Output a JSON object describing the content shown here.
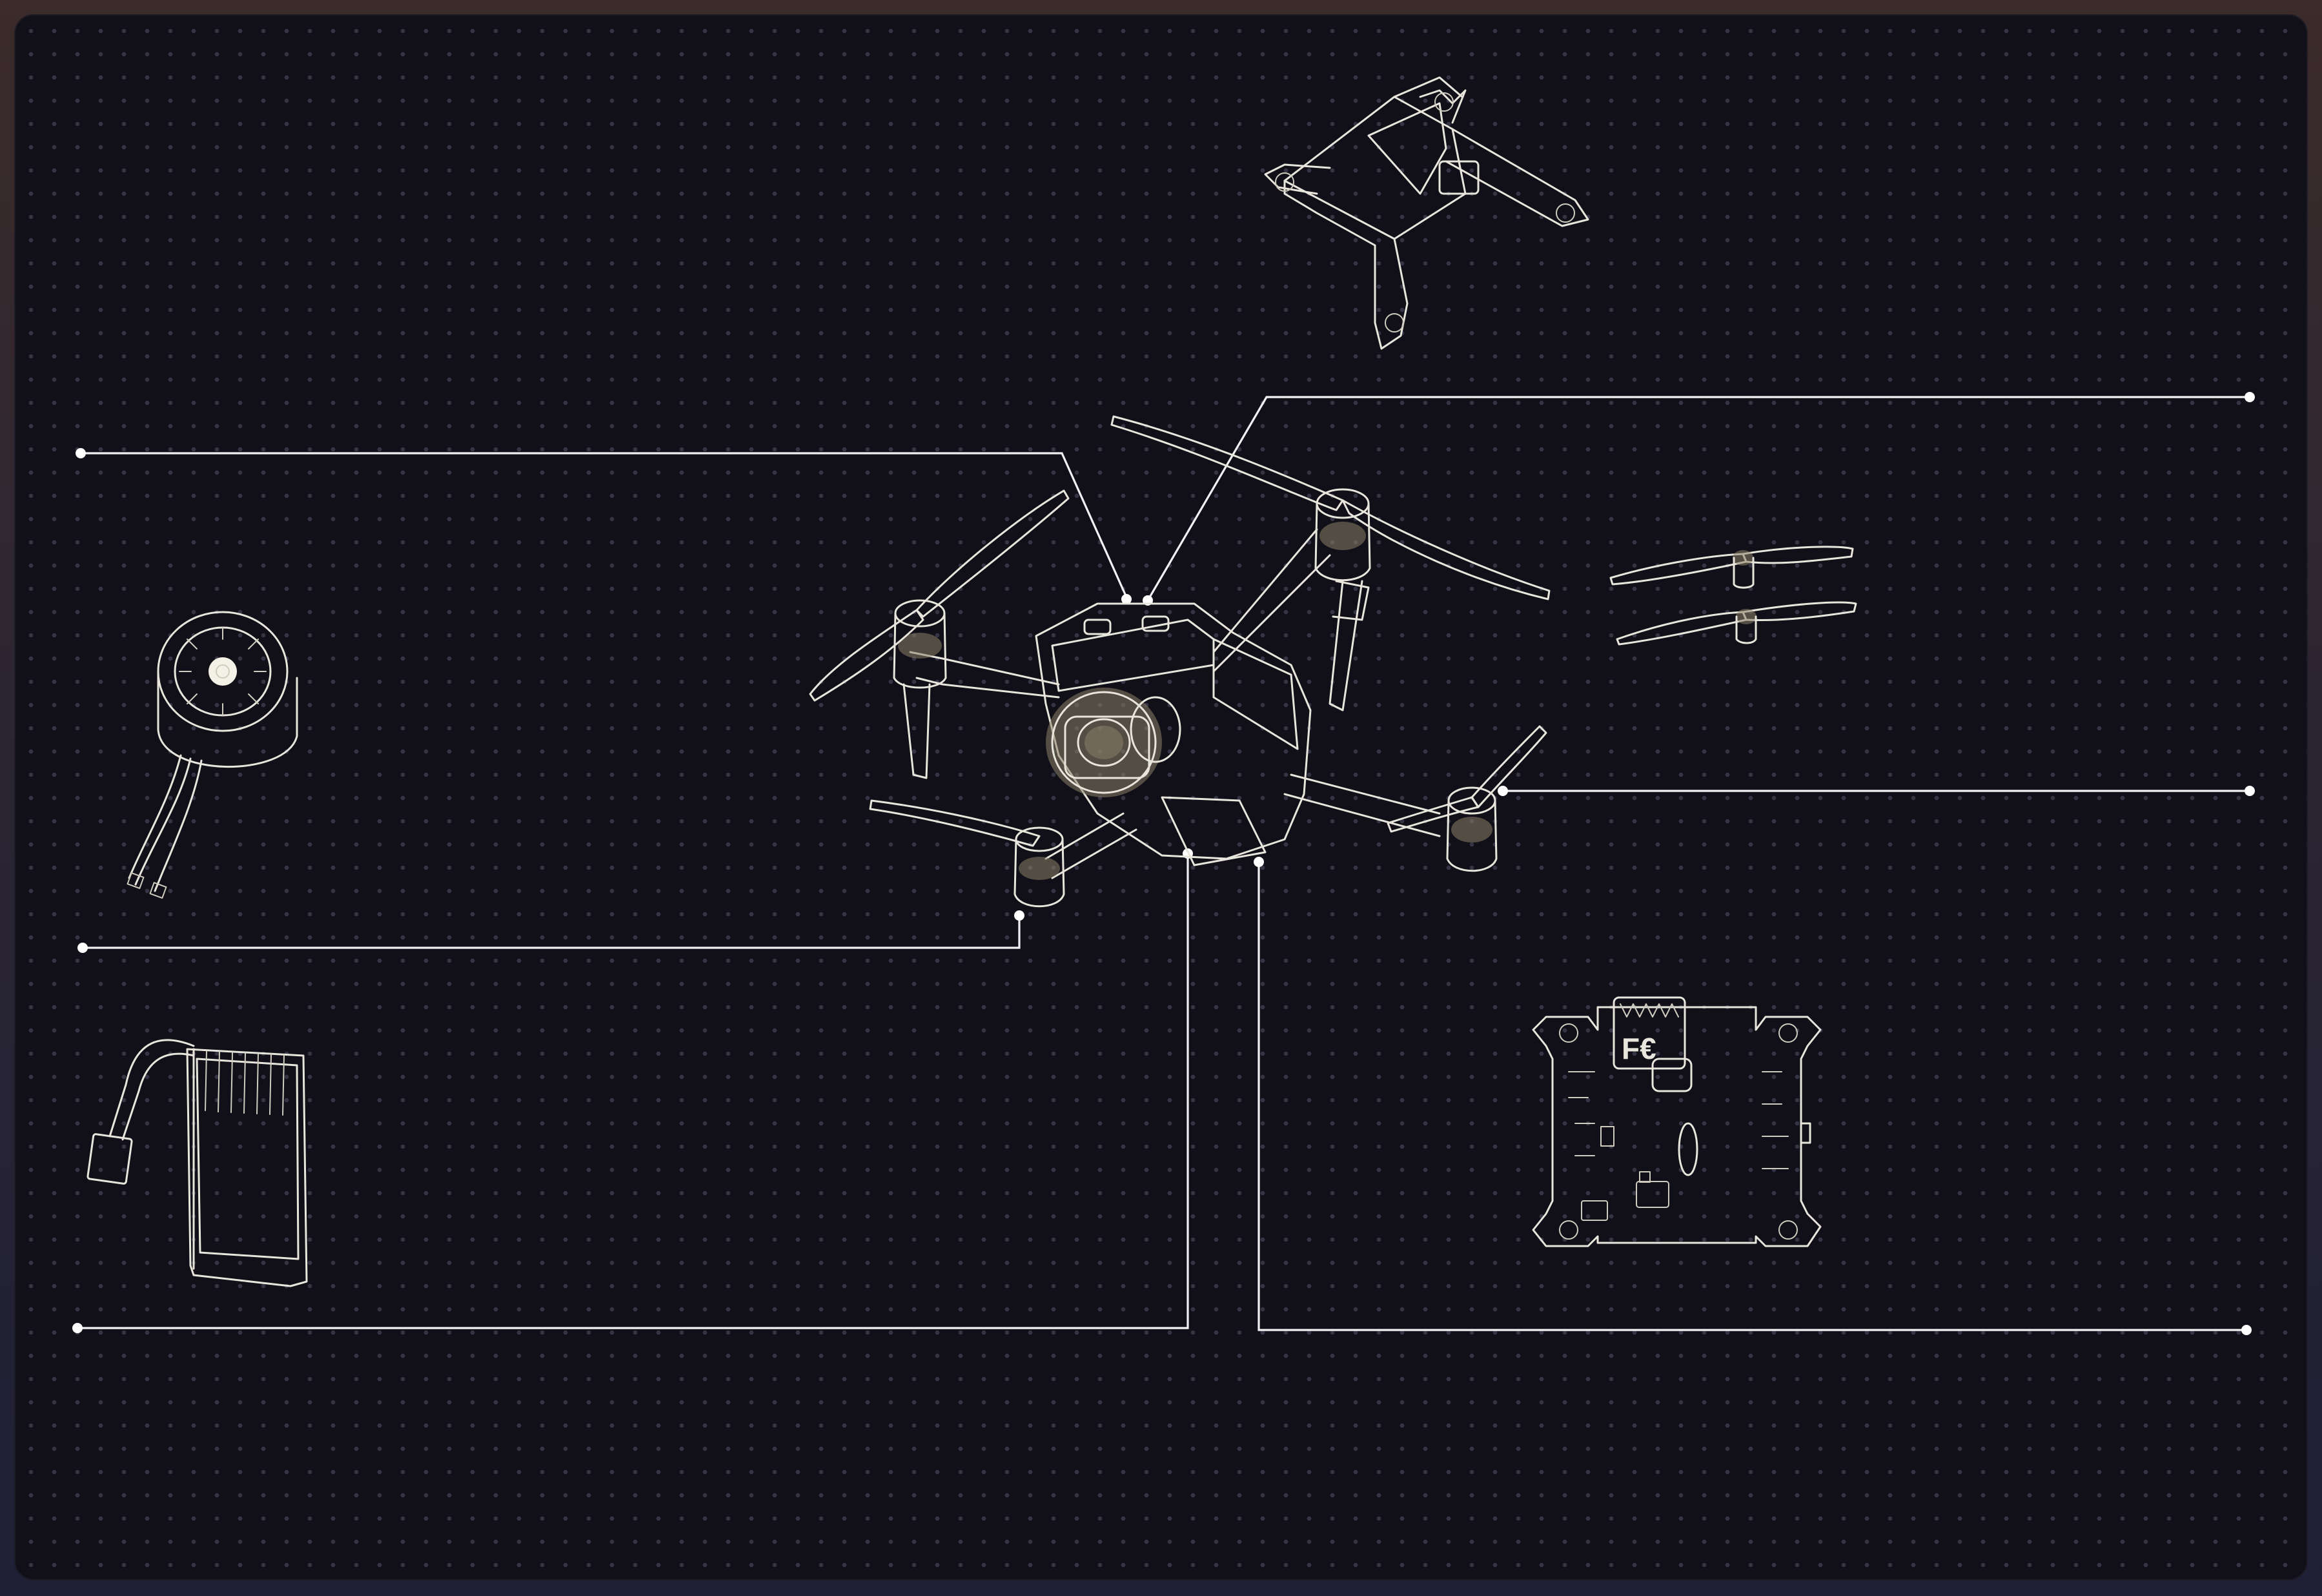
{
  "diagram": {
    "kind": "exploded-component-callouts",
    "central_object": "drone-quadcopter",
    "background": {
      "color": "#111018",
      "grid": "dotted"
    },
    "callout_color": "#ffffff",
    "sketch_colors": {
      "line": "#e8e6dc",
      "accent": "#8a8068"
    },
    "components": [
      {
        "id": "frame",
        "icon": "frame-icon"
      },
      {
        "id": "propellers",
        "icon": "propellers-icon"
      },
      {
        "id": "brushless-motor",
        "icon": "motor-icon"
      },
      {
        "id": "lipo-battery",
        "icon": "battery-icon"
      },
      {
        "id": "flight-controller",
        "icon": "flight-controller-icon"
      }
    ],
    "callout_lines": [
      {
        "id": "callout-top-left"
      },
      {
        "id": "callout-top-right"
      },
      {
        "id": "callout-mid-right"
      },
      {
        "id": "callout-mid-left"
      },
      {
        "id": "callout-bottom-left"
      },
      {
        "id": "callout-bottom-right"
      }
    ]
  }
}
